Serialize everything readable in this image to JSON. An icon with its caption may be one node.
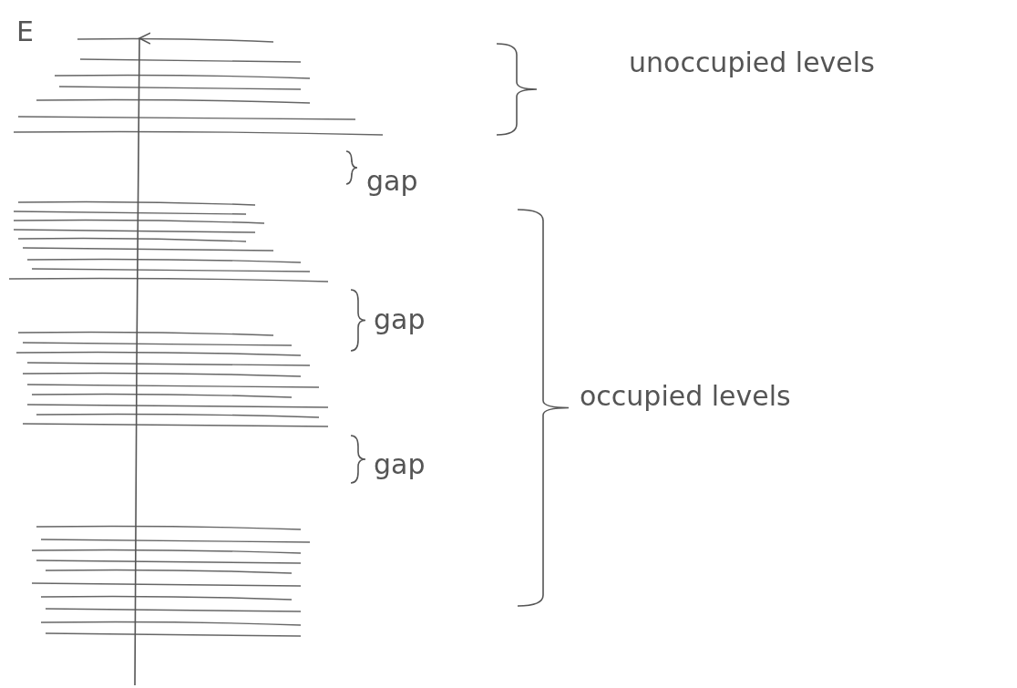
{
  "diagram": {
    "labels": [
      "E",
      "unoccupied levels",
      "gap",
      "gap",
      "gap",
      "occupied levels"
    ]
  }
}
